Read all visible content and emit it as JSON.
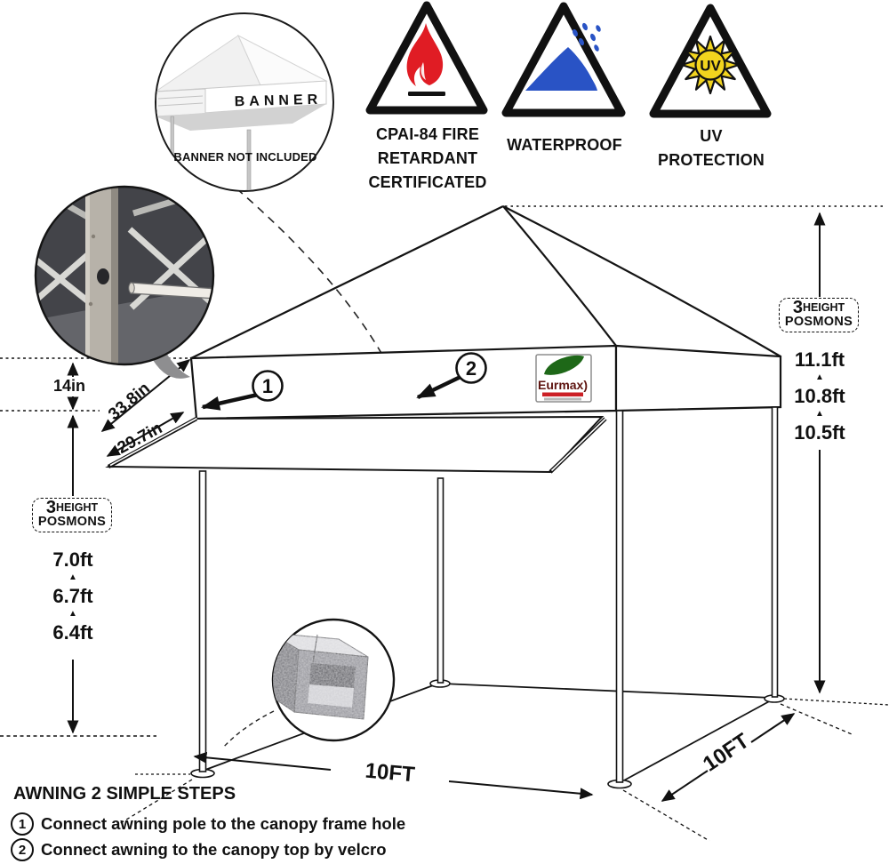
{
  "badges": [
    {
      "name": "fire-retardant",
      "caption_lines": [
        "CPAI-84 FIRE",
        "RETARDANT",
        "CERTIFICATED"
      ]
    },
    {
      "name": "waterproof",
      "caption_lines": [
        "WATERPROOF"
      ]
    },
    {
      "name": "uv-protection",
      "caption_lines": [
        "UV",
        "PROTECTION"
      ],
      "sun_label": "UV"
    }
  ],
  "banner_inset": {
    "banner_text": "BANNER",
    "caption": "BANNER NOT INCLUDED"
  },
  "logo": {
    "brand": "Eurmax)"
  },
  "measurements": {
    "valance_height": "14in",
    "roof_diagonal": "33.8in",
    "awning_length": "29.7in",
    "width_front": "10FT",
    "width_side": "10FT"
  },
  "heights_left": {
    "count": "3",
    "label_height": "HEIGHT",
    "label_positions": "POSMONS",
    "caret": "▲",
    "values": [
      "7.0ft",
      "6.7ft",
      "6.4ft"
    ]
  },
  "heights_right": {
    "count": "3",
    "label_height": "HEIGHT",
    "label_positions": "POSMONS",
    "caret": "▲",
    "values": [
      "11.1ft",
      "10.8ft",
      "10.5ft"
    ]
  },
  "callouts": {
    "one": "1",
    "two": "2"
  },
  "steps": {
    "title": "AWNING 2 SIMPLE STEPS",
    "items": [
      {
        "num": "1",
        "text": "Connect awning pole to the canopy frame hole"
      },
      {
        "num": "2",
        "text": "Connect awning to the canopy top by velcro"
      }
    ]
  },
  "colors": {
    "flame": "#e01c24",
    "water": "#2953c5",
    "sun": "#f2d41e",
    "leaf": "#1e6818",
    "logo_text": "#5e1410",
    "logo_red": "#cc2026"
  }
}
